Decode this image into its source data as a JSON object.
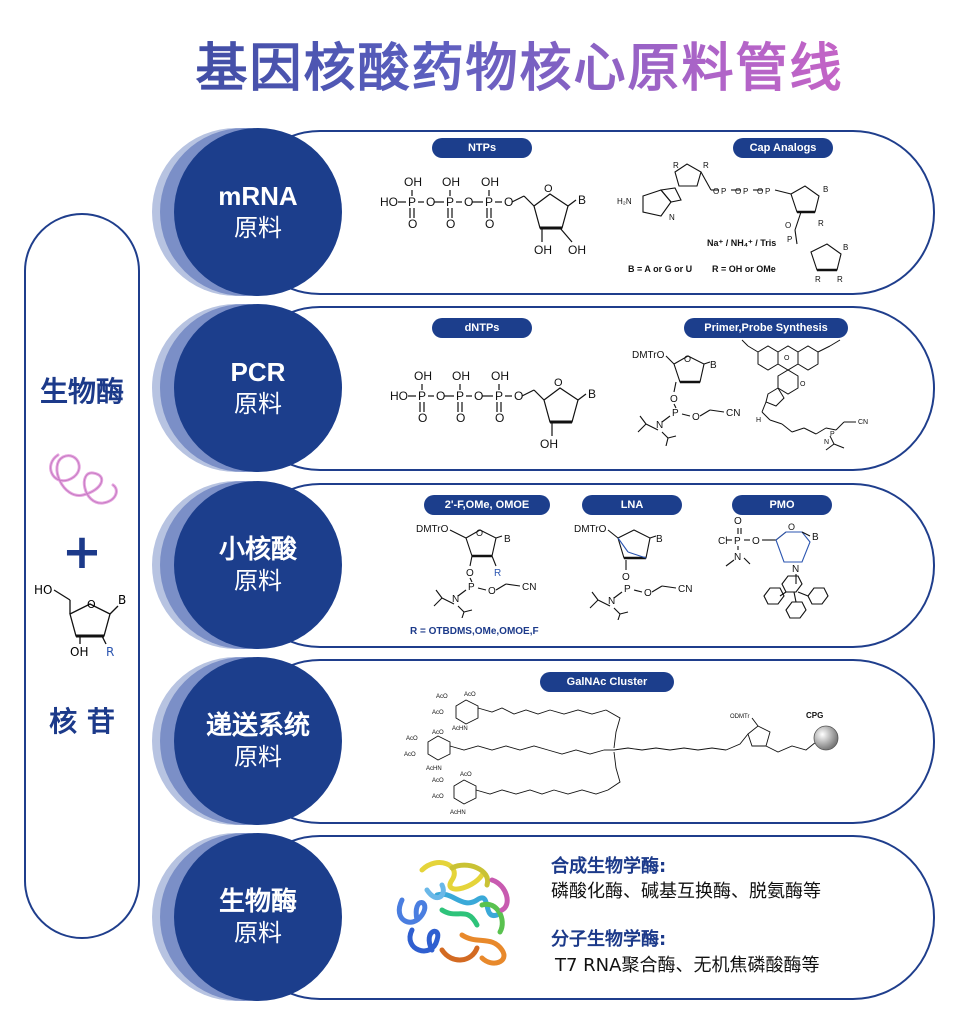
{
  "title": "基因核酸药物核心原料管线",
  "left_panel": {
    "top_label": "生物酶",
    "plus": "+",
    "bottom_label": "核 苷",
    "structure_labels": {
      "ho": "HO",
      "b": "B",
      "oh": "OH",
      "r": "R"
    }
  },
  "rows": [
    {
      "name_line1": "mRNA",
      "name_line2": "原料",
      "tags": [
        "NTPs",
        "Cap Analogs"
      ]
    },
    {
      "name_line1": "PCR",
      "name_line2": "原料",
      "tags": [
        "dNTPs",
        "Primer,Probe Synthesis"
      ]
    },
    {
      "name_line1": "小核酸",
      "name_line2": "原料",
      "tags": [
        "2'-F,OMe, OMOE",
        "LNA",
        "PMO"
      ]
    },
    {
      "name_line1": "递送系统",
      "name_line2": "原料",
      "tags": [
        "GalNAc Cluster"
      ]
    },
    {
      "name_line1": "生物酶",
      "name_line2": "原料",
      "tags": []
    }
  ],
  "chem_labels": {
    "oh": "OH",
    "ho": "HO",
    "p": "P",
    "o": "O",
    "b": "B",
    "r": "R",
    "n": "N",
    "h2n": "H₂N",
    "nh": "N",
    "dmtro": "DMTrO",
    "cn": "CN",
    "cl": "Cl",
    "aco": "AcO",
    "achn": "AcHN",
    "odmtr": "ODMTr",
    "cpg": "CPG",
    "h": "H"
  },
  "cap_notes": {
    "counter_ion": "Na⁺ / NH₄⁺ / Tris",
    "b_def": "B = A or G or U",
    "r_def": "R = OH or OMe"
  },
  "small_na_note": "R = OTBDMS,OMe,OMOE,F",
  "enzymes": {
    "synthetic_heading": "合成生物学酶:",
    "synthetic_items": "磷酸化酶、碱基互换酶、脱氨酶等",
    "molecular_heading": "分子生物学酶:",
    "molecular_items": "T7 RNA聚合酶、无机焦磷酸酶等"
  },
  "colors": {
    "primary": "#1c3e8c",
    "mid": "#7b8fc7",
    "light": "#b7c3e1",
    "r_blue": "#2b55b0"
  }
}
